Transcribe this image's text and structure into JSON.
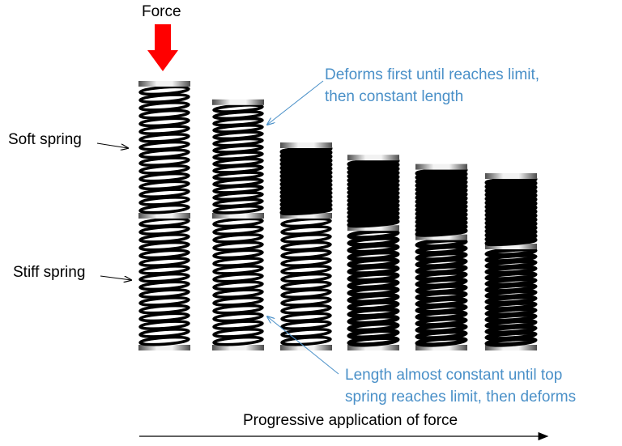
{
  "labels": {
    "force": "Force",
    "soft_spring": "Soft spring",
    "stiff_spring": "Stiff spring",
    "top_annotation_line1": "Deforms first until reaches limit,",
    "top_annotation_line2": "then constant length",
    "bottom_annotation_line1": "Length almost constant until top",
    "bottom_annotation_line2": "spring reaches limit, then deforms",
    "progression": "Progressive application of force"
  },
  "colors": {
    "text": "#000000",
    "annotation": "#4a90c8",
    "force_arrow": "#ff0000",
    "coil": "#000000",
    "plate_light": "#f2f2f2",
    "plate_dark": "#4d4d4d"
  },
  "stages": [
    {
      "stage": 1,
      "soft_compression": 0.0,
      "stiff_compression": 0.0
    },
    {
      "stage": 2,
      "soft_compression": 0.3,
      "stiff_compression": 0.0
    },
    {
      "stage": 3,
      "soft_compression": 1.0,
      "stiff_compression": 0.0
    },
    {
      "stage": 4,
      "soft_compression": 1.0,
      "stiff_compression": 0.2
    },
    {
      "stage": 5,
      "soft_compression": 1.0,
      "stiff_compression": 0.35
    },
    {
      "stage": 6,
      "soft_compression": 1.0,
      "stiff_compression": 0.5
    }
  ]
}
